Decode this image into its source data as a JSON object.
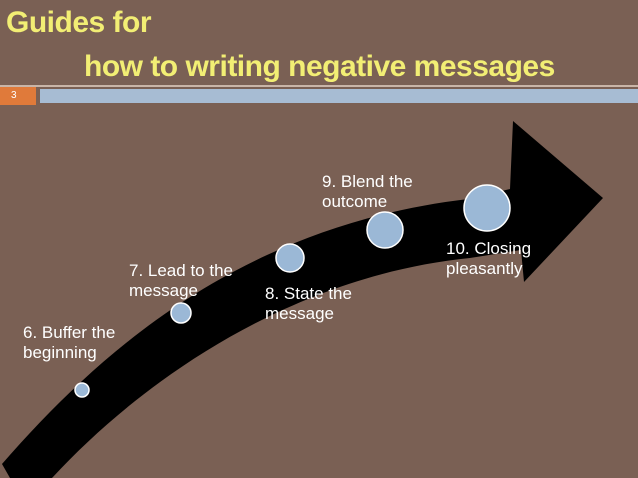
{
  "header": {
    "title_line1": "Guides for",
    "title_line2": "how to writing negative messages",
    "slide_number": "3"
  },
  "colors": {
    "background": "#7a6054",
    "title": "#f2ee74",
    "accent_orange": "#e07a3a",
    "accent_blue": "#a7bcd3",
    "arrow": "#000000",
    "circle_fill": "#9bb8d6",
    "circle_stroke": "#ffffff"
  },
  "steps": [
    {
      "label": "6. Buffer the\nbeginning"
    },
    {
      "label": "7. Lead to the\nmessage"
    },
    {
      "label": "8. State the\nmessage"
    },
    {
      "label": "9. Blend the\noutcome"
    },
    {
      "label": "10. Closing\npleasantly"
    }
  ]
}
